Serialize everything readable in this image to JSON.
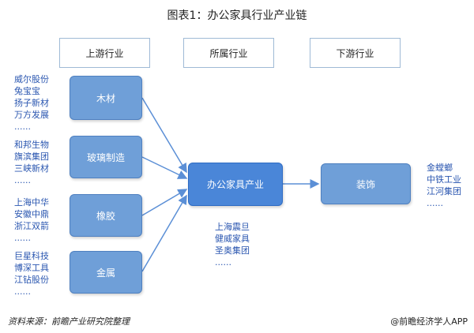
{
  "title": "图表1：办公家具行业产业链",
  "headers": {
    "upstream": "上游行业",
    "industry": "所属行业",
    "downstream": "下游行业"
  },
  "upstream_nodes": [
    {
      "label": "木材",
      "companies": [
        "威尔股份",
        "兔宝宝",
        "扬子新材",
        "万方发展",
        "......"
      ]
    },
    {
      "label": "玻璃制造",
      "companies": [
        "和邦生物",
        "旗滨集团",
        "三峡新材",
        "......"
      ]
    },
    {
      "label": "橡胶",
      "companies": [
        "上海中华",
        "安徽中鼎",
        "浙江双箭",
        "......"
      ]
    },
    {
      "label": "金属",
      "companies": [
        "巨星科技",
        "博深工具",
        "江钻股份",
        "......"
      ]
    }
  ],
  "center_node": {
    "label": "办公家具产业",
    "companies": [
      "上海震旦",
      "健威家具",
      "圣奥集团",
      "......"
    ]
  },
  "downstream_node": {
    "label": "装饰",
    "companies": [
      "金螳螂",
      "中铁工业",
      "江河集团",
      "......"
    ]
  },
  "footer": {
    "source": "资料来源：前瞻产业研究院整理",
    "brand": "@前瞻经济学人APP"
  },
  "colors": {
    "node_fill": "#6f9fd8",
    "center_fill": "#4a86d8",
    "company_text": "#2a56b0",
    "arrow": "#5b8fd6"
  }
}
